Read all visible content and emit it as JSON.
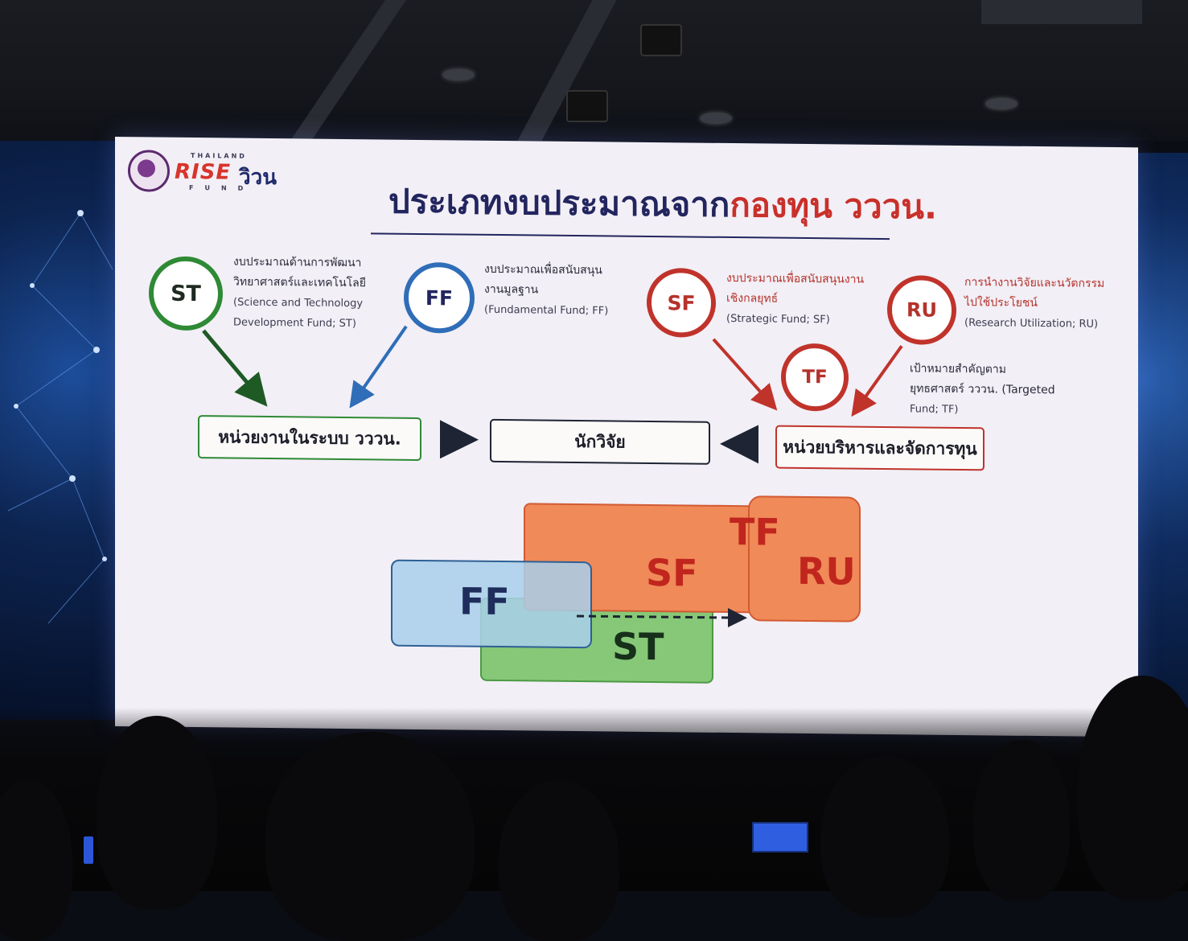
{
  "logo": {
    "top_word": "THAILAND",
    "rise": "RISE",
    "fund": "FUND",
    "thai": "วิวน"
  },
  "title": {
    "main": "ประเภทงบประมาณจาก",
    "accent": "กองทุน วววน."
  },
  "funds": {
    "st": {
      "code": "ST",
      "thai_line1": "งบประมาณด้านการพัฒนา",
      "thai_line2": "วิทยาศาสตร์และเทคโนโลยี",
      "en_line1": "(Science and Technology",
      "en_line2": "Development Fund; ST)"
    },
    "ff": {
      "code": "FF",
      "thai_line1": "งบประมาณเพื่อสนับสนุน",
      "thai_line2": "งานมูลฐาน",
      "en_line1": "(Fundamental Fund; FF)"
    },
    "sf": {
      "code": "SF",
      "thai_line1": "งบประมาณเพื่อสนับสนุนงาน",
      "thai_line2": "เชิงกลยุทธ์",
      "en_line1": "(Strategic Fund; SF)"
    },
    "ru": {
      "code": "RU",
      "thai_line1": "การนำงานวิจัยและนวัตกรรม",
      "thai_line2": "ไปใช้ประโยชน์",
      "en_line1": "(Research Utilization; RU)"
    },
    "tf": {
      "code": "TF",
      "thai_line1": "เป้าหมายสำคัญตาม",
      "thai_line2": "ยุทธศาสตร์ วววน. (Targeted",
      "en_line1": "Fund; TF)"
    }
  },
  "nodes": {
    "left": "หน่วยงานในระบบ วววน.",
    "center": "นักวิจัย",
    "right": "หน่วยบริหารและจัดการทุน"
  },
  "blocks": {
    "ff": "FF",
    "st": "ST",
    "sf": "SF",
    "tf": "TF",
    "ru": "RU"
  },
  "colors": {
    "green": "#2e8a35",
    "blue": "#2f6db8",
    "red": "#c0332b",
    "navy": "#22255e",
    "orange_fill": "#f08a58",
    "blue_fill": "#a9cfea",
    "green_fill": "#86c877"
  }
}
